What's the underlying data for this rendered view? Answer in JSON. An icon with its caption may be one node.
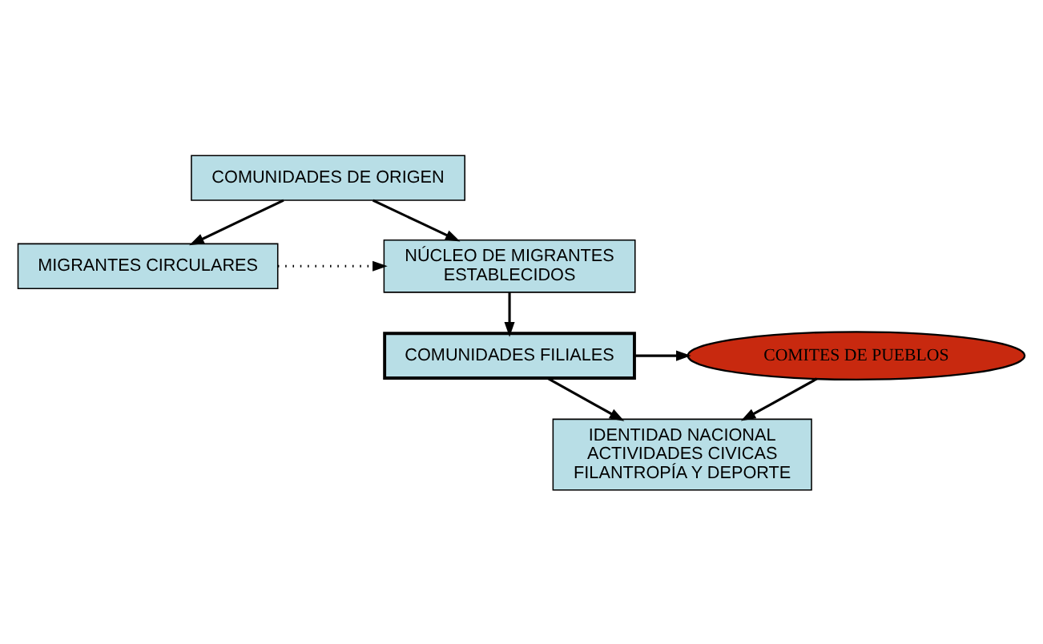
{
  "diagram": {
    "nodes": [
      {
        "text": [
          "COMUNIDADES DE ORIGEN"
        ]
      },
      {
        "text": [
          "MIGRANTES CIRCULARES"
        ]
      },
      {
        "text": [
          "NÚCLEO DE MIGRANTES ESTABLECIDOS"
        ]
      },
      {
        "text": [
          "COMUNIDADES FILIALES"
        ]
      },
      {
        "text": [
          "COMITES DE PUEBLOS"
        ]
      },
      {
        "text": [
          "IDENTIDAD NACIONAL",
          "ACTIVIDADES CIVICAS",
          "FILANTROPÍA Y DEPORTE"
        ]
      }
    ],
    "edges": [
      {
        "from": 0,
        "to": 1,
        "arrow": "to"
      },
      {
        "from": 0,
        "to": 2,
        "arrow": "to"
      },
      {
        "from": 1,
        "to": 2,
        "arrow": "to",
        "style": "dashed"
      },
      {
        "from": 2,
        "to": 3,
        "arrow": "to"
      },
      {
        "from": 3,
        "to": 4,
        "arrow": "to"
      },
      {
        "from": 3,
        "to": 5,
        "arrow": "to"
      },
      {
        "from": 4,
        "to": 5,
        "arrow": "to"
      }
    ]
  }
}
